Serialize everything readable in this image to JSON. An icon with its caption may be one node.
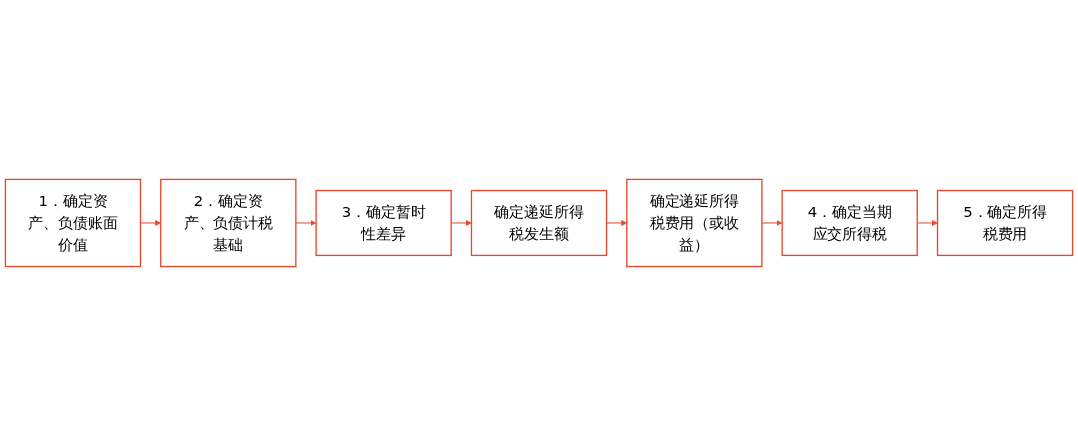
{
  "diagram": {
    "nodes": [
      {
        "text": [
          "1．确定资产、负债账面价值"
        ]
      },
      {
        "text": [
          "2．确定资产、负债计税基础"
        ]
      },
      {
        "text": [
          "3．确定暂时性差异"
        ]
      },
      {
        "text": [
          "确定递延所得税发生额"
        ]
      },
      {
        "text": [
          "确定递延所得税费用（或收益）"
        ]
      },
      {
        "text": [
          "4．确定当期应交所得税"
        ]
      },
      {
        "text": [
          "5．确定所得税费用"
        ]
      }
    ],
    "edges": [
      {
        "from": 0,
        "to": 1,
        "arrow": "to"
      },
      {
        "from": 1,
        "to": 2,
        "arrow": "to"
      },
      {
        "from": 2,
        "to": 3,
        "arrow": "to"
      },
      {
        "from": 3,
        "to": 4,
        "arrow": "to"
      },
      {
        "from": 4,
        "to": 5,
        "arrow": "to"
      },
      {
        "from": 5,
        "to": 6,
        "arrow": "to"
      }
    ]
  }
}
